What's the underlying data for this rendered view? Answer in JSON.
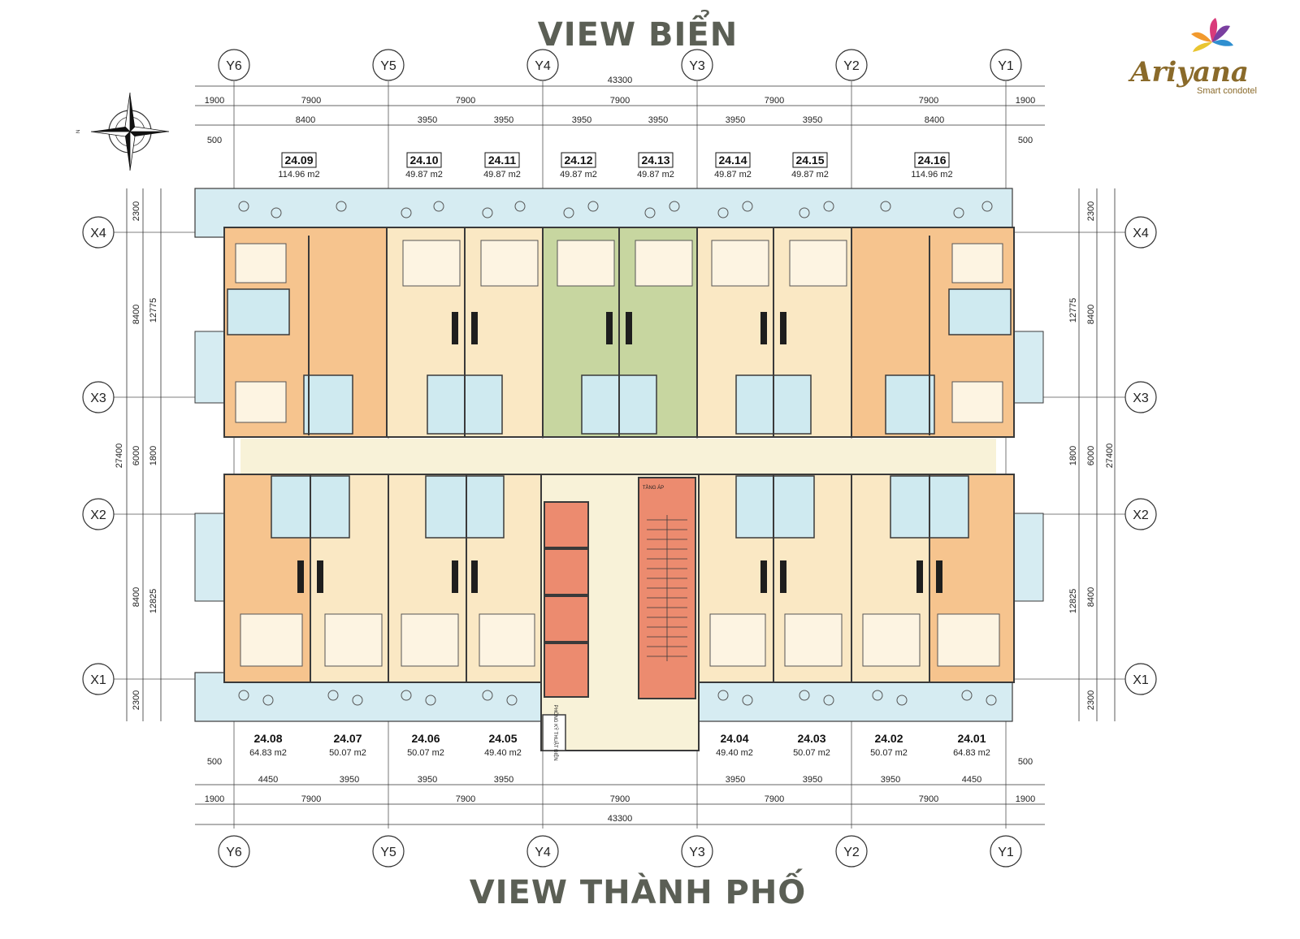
{
  "titles": {
    "top": "VIEW BIỂN",
    "bottom": "VIEW THÀNH PHỐ"
  },
  "logo": {
    "name": "Ariyana",
    "tagline": "Smart condotel"
  },
  "compass": {
    "north_letter": "N"
  },
  "grid_columns": [
    "Y6",
    "Y5",
    "Y4",
    "Y3",
    "Y2",
    "Y1"
  ],
  "grid_rows": [
    "X4",
    "X3",
    "X2",
    "X1"
  ],
  "dimensions": {
    "overall_width": "43300",
    "column_spans": [
      "1900",
      "7900",
      "7900",
      "7900",
      "7900",
      "7900",
      "1900"
    ],
    "top_sub_spans": [
      "8400",
      "3950",
      "3950",
      "3950",
      "3950",
      "3950",
      "3950",
      "8400"
    ],
    "bottom_sub_spans": [
      "4450",
      "3950",
      "3950",
      "3950",
      "3950",
      "3950",
      "3950",
      "4450"
    ],
    "bottom_column_spans": [
      "1900",
      "7900",
      "7900",
      "7900",
      "7900",
      "7900",
      "1900"
    ],
    "offset": "500",
    "overall_depth": "27400",
    "row_spans": [
      "2300",
      "8400",
      "6000",
      "8400",
      "2300"
    ],
    "row_sub_spans": [
      "12775",
      "1800",
      "12825"
    ]
  },
  "units_top": [
    {
      "code": "24.09",
      "area": "114.96 m2"
    },
    {
      "code": "24.10",
      "area": "49.87 m2"
    },
    {
      "code": "24.11",
      "area": "49.87 m2"
    },
    {
      "code": "24.12",
      "area": "49.87 m2"
    },
    {
      "code": "24.13",
      "area": "49.87 m2"
    },
    {
      "code": "24.14",
      "area": "49.87 m2"
    },
    {
      "code": "24.15",
      "area": "49.87 m2"
    },
    {
      "code": "24.16",
      "area": "114.96 m2"
    }
  ],
  "units_bottom": [
    {
      "code": "24.08",
      "area": "64.83 m2"
    },
    {
      "code": "24.07",
      "area": "50.07 m2"
    },
    {
      "code": "24.06",
      "area": "50.07 m2"
    },
    {
      "code": "24.05",
      "area": "49.40 m2"
    },
    {
      "code": "24.04",
      "area": "49.40 m2"
    },
    {
      "code": "24.03",
      "area": "50.07 m2"
    },
    {
      "code": "24.02",
      "area": "50.07 m2"
    },
    {
      "code": "24.01",
      "area": "64.83 m2"
    }
  ],
  "core_labels": {
    "technical_room": "PHÒNG KỸ THUẬT ĐIỆN",
    "stair_note": "TẦNG ÁP"
  },
  "colors": {
    "unit_large": "#f6c48e",
    "unit_standard": "#fae8c4",
    "unit_highlight": "#c7d6a0",
    "bathroom": "#cfeaf0",
    "balcony": "#d6ecf2",
    "corridor": "#f8f2d8",
    "core_elevator": "#ec8b6f",
    "wall": "#3a3a3a"
  }
}
